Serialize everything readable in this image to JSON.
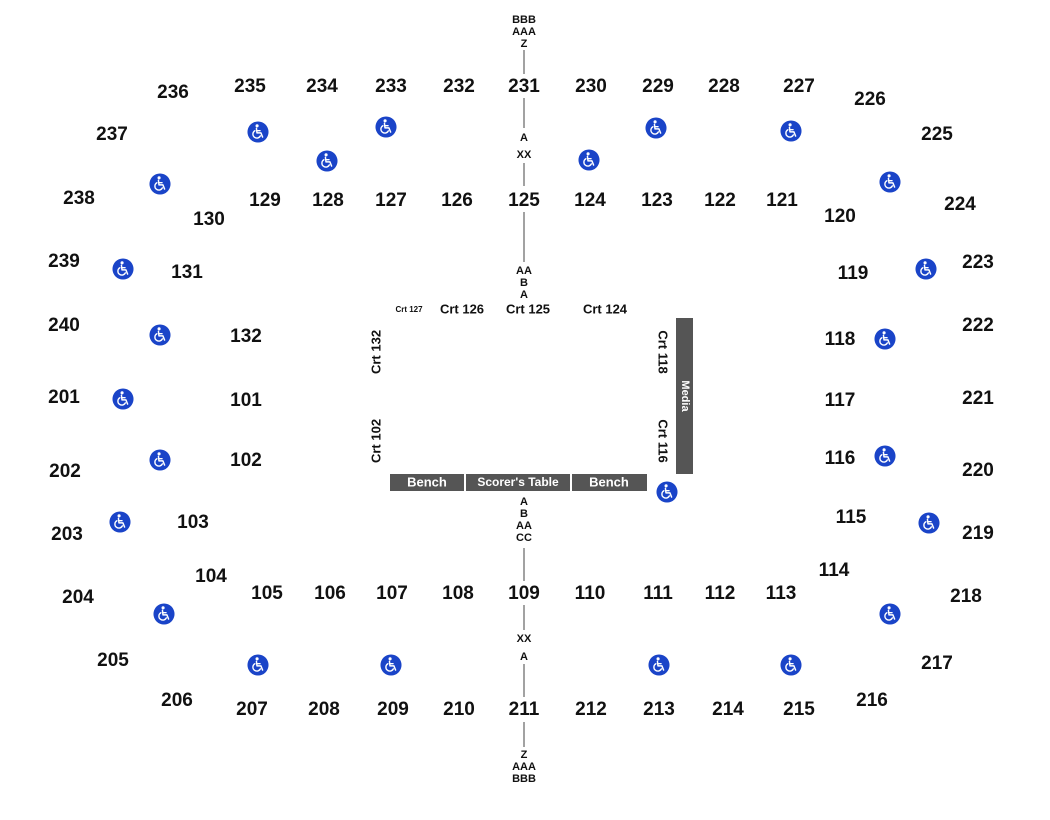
{
  "colors": {
    "text": "#111111",
    "accessible": "#1a44c8",
    "court_fixtures": "#555555",
    "aisle_line": "#444444"
  },
  "icons": {
    "accessible": "wheelchair-accessible-icon"
  },
  "upper_sections": [
    "201",
    "202",
    "203",
    "204",
    "205",
    "206",
    "207",
    "208",
    "209",
    "210",
    "211",
    "212",
    "213",
    "214",
    "215",
    "216",
    "217",
    "218",
    "219",
    "220",
    "221",
    "222",
    "223",
    "224",
    "225",
    "226",
    "227",
    "228",
    "229",
    "230",
    "231",
    "232",
    "233",
    "234",
    "235",
    "236",
    "237",
    "238",
    "239",
    "240"
  ],
  "lower_sections": [
    "101",
    "102",
    "103",
    "104",
    "105",
    "106",
    "107",
    "108",
    "109",
    "110",
    "111",
    "112",
    "113",
    "114",
    "115",
    "116",
    "117",
    "118",
    "119",
    "120",
    "121",
    "122",
    "123",
    "124",
    "125",
    "126",
    "127",
    "128",
    "129",
    "130",
    "131",
    "132"
  ],
  "aisles": {
    "north_outer": [
      "BBB",
      "AAA",
      "Z"
    ],
    "north_middle": [
      "A",
      "XX"
    ],
    "north_inner": [
      "AA",
      "B",
      "A"
    ],
    "south_inner": [
      "A",
      "B",
      "AA",
      "CC"
    ],
    "south_middle": [
      "XX",
      "A"
    ],
    "south_outer": [
      "Z",
      "AAA",
      "BBB"
    ]
  },
  "courtside": {
    "crt_127": "Crt 127",
    "crt_126": "Crt 126",
    "crt_125": "Crt 125",
    "crt_124": "Crt 124",
    "crt_132": "Crt 132",
    "crt_102": "Crt 102",
    "crt_118": "Crt 118",
    "crt_116": "Crt 116"
  },
  "court_fixtures": {
    "bench_left": "Bench",
    "scorers_table": "Scorer's Table",
    "bench_right": "Bench",
    "media": "Media"
  }
}
